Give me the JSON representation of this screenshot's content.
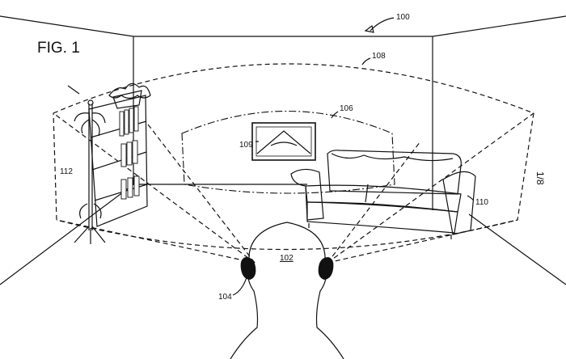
{
  "figure": {
    "title": "FIG. 1",
    "sheet": "1/8",
    "refs": {
      "r100": "100",
      "r102": "102",
      "r104": "104",
      "r106": "106",
      "r108": "108",
      "r109": "109",
      "r110": "110",
      "r112": "112"
    }
  }
}
